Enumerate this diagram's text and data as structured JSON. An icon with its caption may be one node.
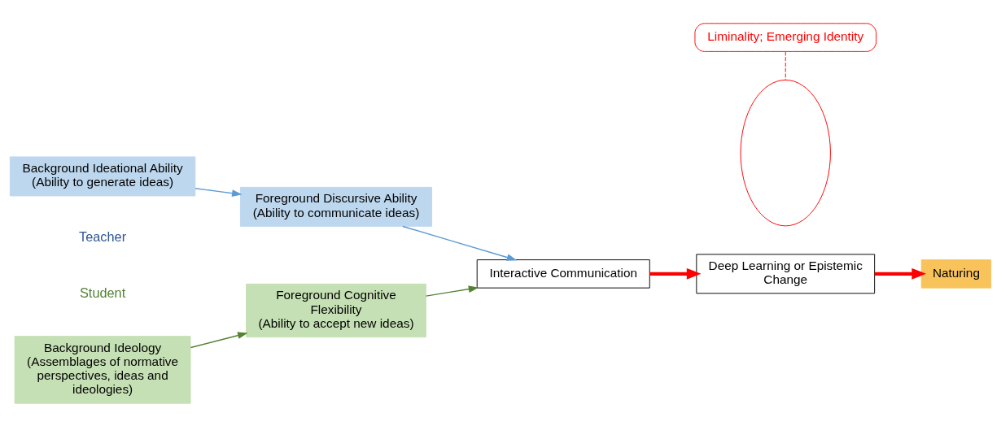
{
  "diagram": {
    "nodes": [
      {
        "text": [
          "Background Ideational Ability",
          "(Ability to generate ideas)"
        ]
      },
      {
        "text": [
          "Foreground Discursive Ability",
          "(Ability to communicate ideas)"
        ]
      },
      {
        "text": [
          "Interactive Communication"
        ]
      },
      {
        "text": [
          "Deep Learning or Epistemic Change"
        ]
      },
      {
        "text": [
          "Naturing"
        ]
      },
      {
        "text": [
          "Background Ideology",
          "(Assemblages of normative perspectives, ideas and ideologies)"
        ]
      },
      {
        "text": [
          "Foreground Cognitive Flexibility",
          "(Ability to accept new ideas)"
        ]
      },
      {
        "text": [
          "Liminality; Emerging Identity"
        ]
      },
      {
        "text": [],
        "shape": "ellipse"
      }
    ],
    "edges": [
      {
        "from": 0,
        "to": 1,
        "arrow": "to",
        "color": "#5b9bd5"
      },
      {
        "from": 1,
        "to": 2,
        "arrow": "to",
        "color": "#5b9bd5"
      },
      {
        "from": 6,
        "to": 2,
        "arrow": "to",
        "color": "#548235"
      },
      {
        "from": 5,
        "to": 6,
        "arrow": "to",
        "color": "#548235"
      },
      {
        "from": 2,
        "to": 3,
        "arrow": "to",
        "style": "thick",
        "color": "#ff0000"
      },
      {
        "from": 3,
        "to": 4,
        "arrow": "to",
        "style": "thick",
        "color": "#ff0000"
      },
      {
        "from": 7,
        "to": 8,
        "arrow": "none",
        "style": "dashed",
        "color": "#ff0000"
      }
    ],
    "labels": [
      "Teacher",
      "Student"
    ]
  }
}
